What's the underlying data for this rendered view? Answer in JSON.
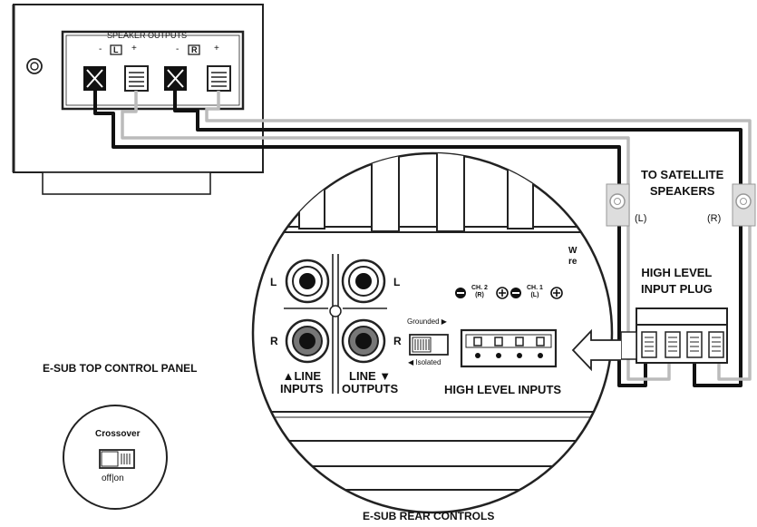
{
  "amplifier": {
    "outputs_title": "SPEAKER OUTPUTS",
    "channel_left": "L",
    "channel_right": "R",
    "minus": "-",
    "plus": "+"
  },
  "satellites": {
    "title": "TO SATELLITE\nSPEAKERS",
    "left_label": "(L)",
    "right_label": "(R)"
  },
  "plug": {
    "title": "HIGH LEVEL\nINPUT PLUG"
  },
  "rear_panel": {
    "row_l": "L",
    "row_r": "R",
    "line_inputs": "▲LINE\nINPUTS",
    "line_outputs": "LINE ▼\nOUTPUTS",
    "grounded": "Grounded ▶",
    "isolated": "◀ Isolated",
    "ch2": "CH. 2\n(R)",
    "ch1": "CH. 1\n(L)",
    "high_level_inputs": "HIGH LEVEL INPUTS",
    "partial_text": "W\nre"
  },
  "top_panel_title": "E-SUB TOP CONTROL PANEL",
  "crossover": {
    "title": "Crossover",
    "state": "off|on"
  },
  "rear_controls_title": "E-SUB REAR CONTROLS"
}
